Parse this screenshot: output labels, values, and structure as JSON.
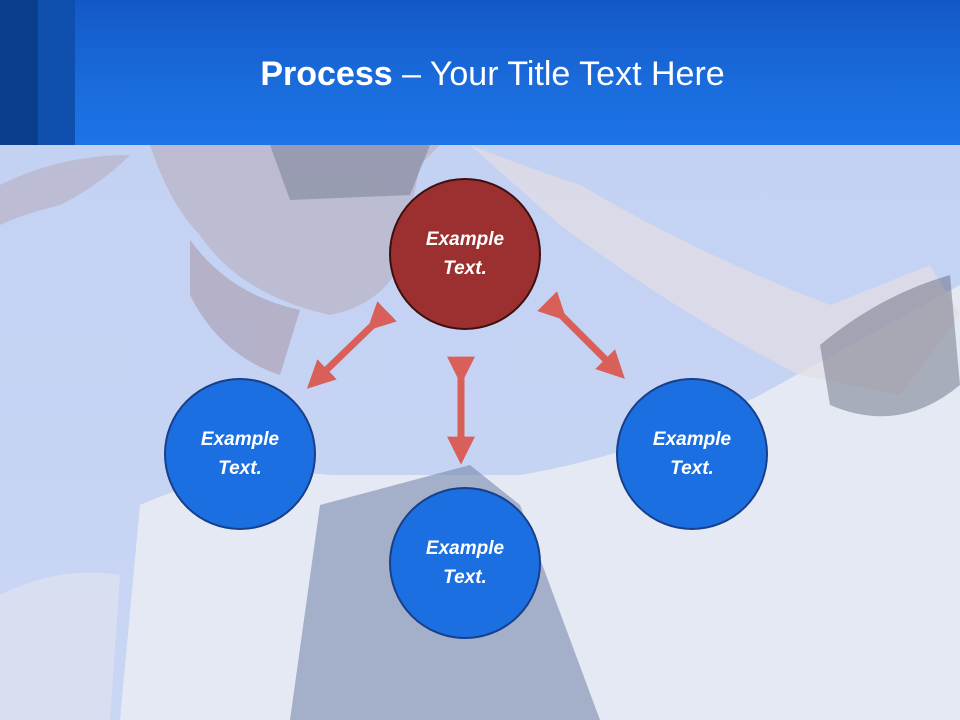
{
  "header": {
    "title_bold": "Process",
    "title_rest": " – Your Title Text Here"
  },
  "colors": {
    "header_blue": "#1a6cdc",
    "center_node": "#9c3030",
    "outer_node": "#1c6fe0",
    "arrow": "#d9605a"
  },
  "diagram": {
    "nodes": [
      {
        "label": "Example Text."
      },
      {
        "label": "Example Text."
      },
      {
        "label": "Example Text."
      },
      {
        "label": "Example Text."
      }
    ]
  }
}
